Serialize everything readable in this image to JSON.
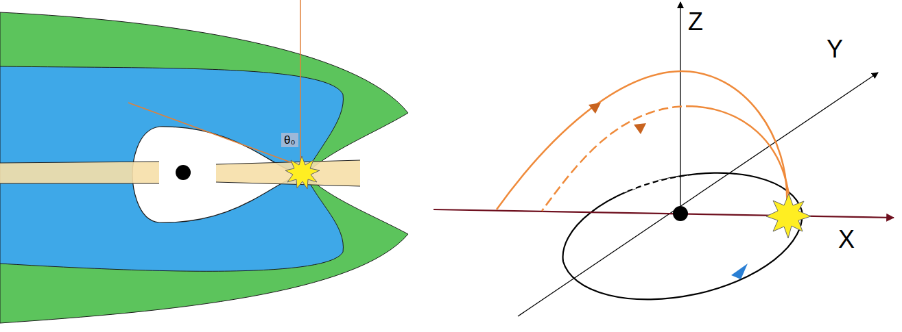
{
  "diagram": {
    "labels": [
      "θ₀",
      "Z",
      "Y",
      "X"
    ]
  }
}
